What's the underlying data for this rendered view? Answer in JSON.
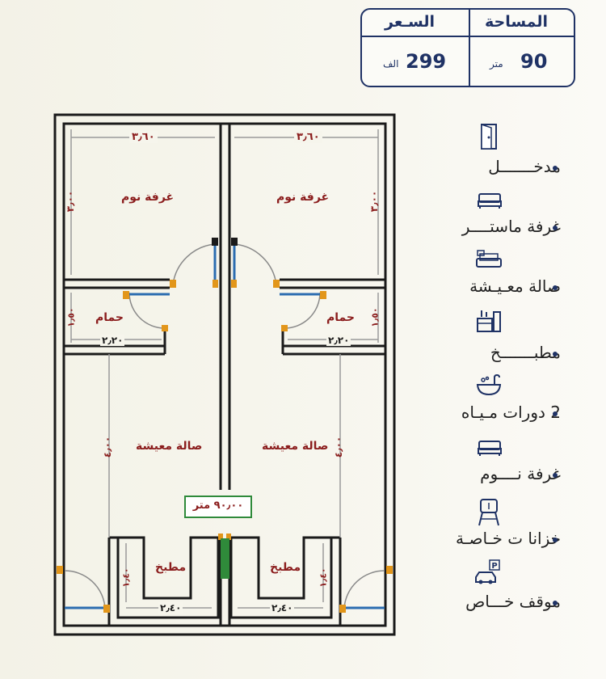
{
  "summary": {
    "area_header": "المساحة",
    "price_header": "السـعر",
    "area_value": "90",
    "area_unit": "متر",
    "price_value": "299",
    "price_unit": "الف"
  },
  "plan": {
    "room_bedroom_left": "غرفة نوم",
    "room_bedroom_right": "غرفة نوم",
    "room_bath_left": "حمام",
    "room_bath_right": "حمام",
    "room_living_left": "صالة معيشة",
    "room_living_right": "صالة معيشة",
    "room_kitchen_left": "مطبخ",
    "room_kitchen_right": "مطبخ",
    "dim_bed_width_left": "٣٫٦٠",
    "dim_bed_width_right": "٣٫٦٠",
    "dim_bed_height_left": "٣٫٠٠",
    "dim_bed_height_right": "٣٫٠٠",
    "dim_bath_width_left": "٢٫٢٠",
    "dim_bath_width_right": "٢٫٢٠",
    "dim_bath_height_left": "١٫٥٠",
    "dim_bath_height_right": "١٫٥٠",
    "dim_living_left": "٤٫٠٠",
    "dim_living_right": "٤٫٠٠",
    "dim_kitchen_width_left": "٢٫٤٠",
    "dim_kitchen_width_right": "٢٫٤٠",
    "dim_kitchen_height_left": "١٫٤٠",
    "dim_kitchen_height_right": "١٫٤٠",
    "area_tag": "٩٠٫٠٠ متر"
  },
  "features": [
    {
      "label": "مدخـــــــل",
      "icon": "door-icon"
    },
    {
      "label": "غرفة ماستــــر",
      "icon": "bed-icon"
    },
    {
      "label": "صالة معـيـشة",
      "icon": "sofa-icon"
    },
    {
      "label": "مطبـــــــخ",
      "icon": "kitchen-icon"
    },
    {
      "label": "2 دورات مـيـاه",
      "icon": "bathtub-icon"
    },
    {
      "label": "غرفة نــــوم",
      "icon": "bed-icon"
    },
    {
      "label": "خزانا ت خـاصـة",
      "icon": "water-tank-icon"
    },
    {
      "label": "موقف خـــاص",
      "icon": "parking-icon"
    }
  ],
  "colors": {
    "accent": "#1f3265",
    "label_red": "#8b1d1d",
    "wall": "#1a1a1a",
    "door": "#2b6cb0",
    "marker_orange": "#e2961a",
    "tag_green": "#2f8a3a"
  }
}
